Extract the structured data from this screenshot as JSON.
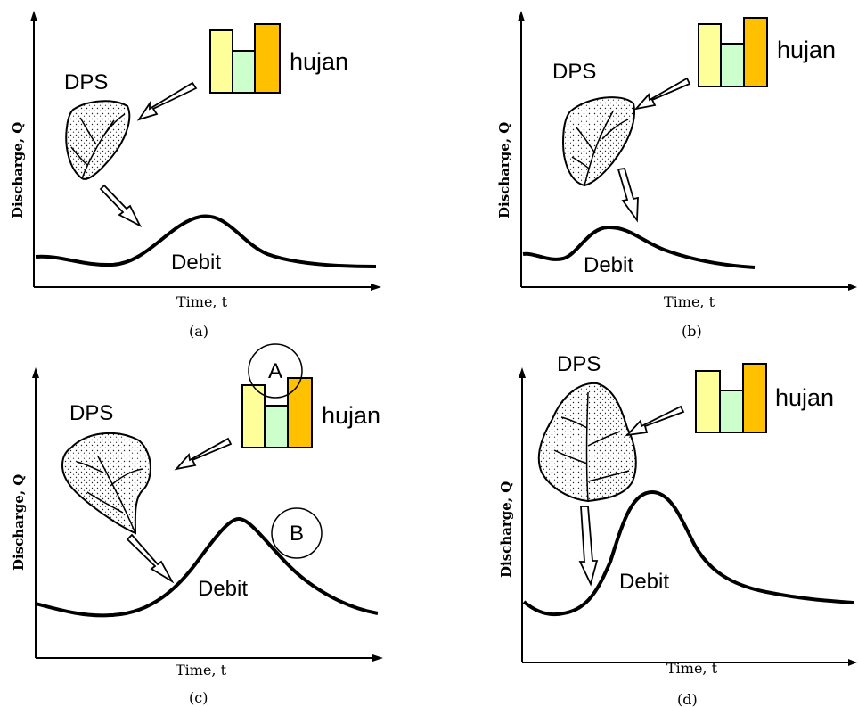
{
  "panels": [
    {
      "caption": "(a)",
      "y_axis_label": "Discharge, Q",
      "x_axis_label": "Time, t",
      "dps_label": "DPS",
      "rain_label": "hujan",
      "flow_label": "Debit",
      "markers": []
    },
    {
      "caption": "(b)",
      "y_axis_label": "Discharge, Q",
      "x_axis_label": "Time, t",
      "dps_label": "DPS",
      "rain_label": "hujan",
      "flow_label": "Debit",
      "markers": []
    },
    {
      "caption": "(c)",
      "y_axis_label": "Discharge, Q",
      "x_axis_label": "Time, t",
      "dps_label": "DPS",
      "rain_label": "hujan",
      "flow_label": "Debit",
      "markers": [
        "A",
        "B"
      ]
    },
    {
      "caption": "(d)",
      "y_axis_label": "Discharge, Q",
      "x_axis_label": "Time, t",
      "dps_label": "DPS",
      "rain_label": "hujan",
      "flow_label": "Debit",
      "markers": []
    }
  ],
  "colors": {
    "rain_bar_1": "#ffff99",
    "rain_bar_2": "#ccffcc",
    "rain_bar_3": "#ffc000",
    "line": "#000000"
  },
  "icons": [
    "catchment-leaf-icon",
    "rainfall-bars-icon",
    "arrow-icon"
  ]
}
